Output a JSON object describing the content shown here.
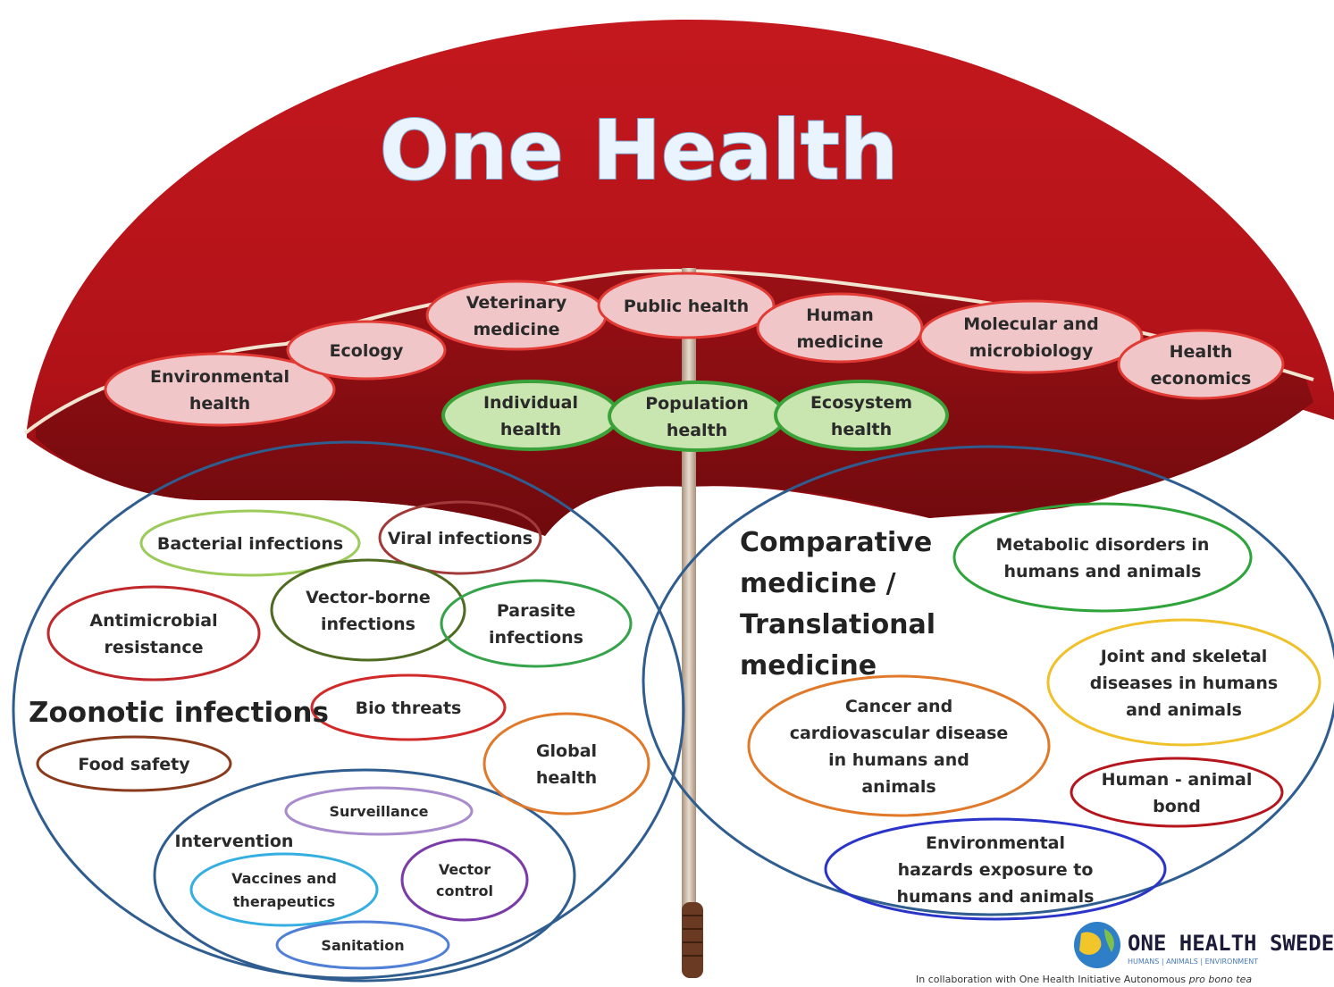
{
  "title": "One Health",
  "disciplines": [
    {
      "id": "environmental-health",
      "lines": [
        "Environmental",
        "health"
      ]
    },
    {
      "id": "ecology",
      "lines": [
        "Ecology"
      ]
    },
    {
      "id": "veterinary-medicine",
      "lines": [
        "Veterinary",
        "medicine"
      ]
    },
    {
      "id": "public-health",
      "lines": [
        "Public health"
      ]
    },
    {
      "id": "human-medicine",
      "lines": [
        "Human",
        "medicine"
      ]
    },
    {
      "id": "molecular-microbiology",
      "lines": [
        "Molecular and",
        "microbiology"
      ]
    },
    {
      "id": "health-economics",
      "lines": [
        "Health",
        "economics"
      ]
    }
  ],
  "health_levels": [
    {
      "id": "individual-health",
      "lines": [
        "Individual",
        "health"
      ]
    },
    {
      "id": "population-health",
      "lines": [
        "Population",
        "health"
      ]
    },
    {
      "id": "ecosystem-health",
      "lines": [
        "Ecosystem",
        "health"
      ]
    }
  ],
  "left_circle": {
    "heading": "Zoonotic infections",
    "items": [
      {
        "id": "bacterial-infections",
        "lines": [
          "Bacterial  infections"
        ]
      },
      {
        "id": "viral-infections",
        "lines": [
          "Viral infections"
        ]
      },
      {
        "id": "vector-borne-infections",
        "lines": [
          "Vector-borne",
          "infections"
        ]
      },
      {
        "id": "antimicrobial-resistance",
        "lines": [
          "Antimicrobial",
          "resistance"
        ]
      },
      {
        "id": "parasite-infections",
        "lines": [
          "Parasite",
          "infections"
        ]
      },
      {
        "id": "bio-threats",
        "lines": [
          "Bio threats"
        ]
      },
      {
        "id": "food-safety",
        "lines": [
          "Food safety"
        ]
      },
      {
        "id": "global-health",
        "lines": [
          "Global",
          "health"
        ]
      }
    ],
    "intervention": {
      "heading": "Intervention",
      "items": [
        {
          "id": "surveillance",
          "lines": [
            "Surveillance"
          ]
        },
        {
          "id": "vaccines-therapeutics",
          "lines": [
            "Vaccines and",
            "therapeutics"
          ]
        },
        {
          "id": "vector-control",
          "lines": [
            "Vector",
            "control"
          ]
        },
        {
          "id": "sanitation",
          "lines": [
            "Sanitation"
          ]
        }
      ]
    }
  },
  "right_circle": {
    "heading_lines": [
      "Comparative",
      "medicine /",
      "Translational",
      "medicine"
    ],
    "items": [
      {
        "id": "metabolic-disorders",
        "lines": [
          "Metabolic disorders in",
          "humans and animals"
        ]
      },
      {
        "id": "joint-skeletal",
        "lines": [
          "Joint and skeletal",
          "diseases in humans",
          "and animals"
        ]
      },
      {
        "id": "cancer-cardiovascular",
        "lines": [
          "Cancer and",
          "cardiovascular disease",
          "in humans and",
          "animals"
        ]
      },
      {
        "id": "human-animal-bond",
        "lines": [
          "Human - animal",
          "bond"
        ]
      },
      {
        "id": "environmental-hazards",
        "lines": [
          "Environmental",
          "hazards exposure to",
          "humans and animals"
        ]
      }
    ]
  },
  "logo": {
    "name": "ONE HEALTH SWEDE",
    "tagline": "HUMANS | ANIMALS | ENVIRONMENT",
    "footer_prefix": "In collaboration with One Health Initiative Autonomous ",
    "footer_emph": "pro bono tea"
  },
  "colors": {
    "umbrella": "#b5141a",
    "umbrella_inner": "#8e0e12",
    "discipline_fill": "#f0c6c9",
    "health_fill": "#c9e5b0",
    "health_stroke": "#3ba23a",
    "circle_stroke": "#2f5d8f"
  }
}
